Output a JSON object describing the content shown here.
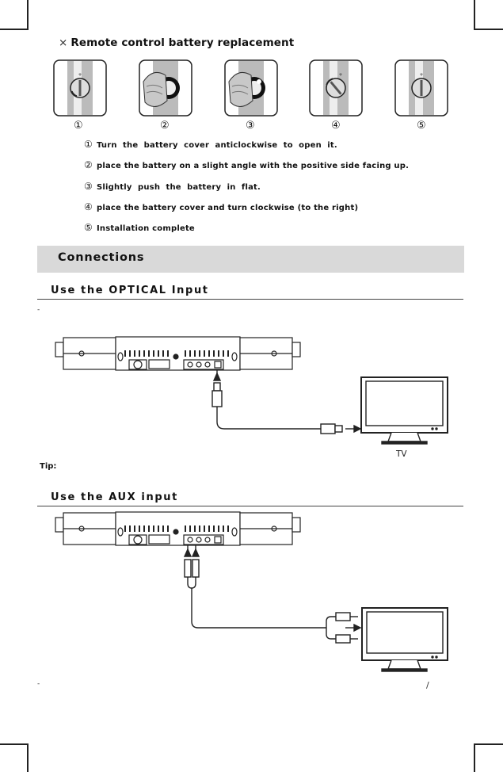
{
  "battery": {
    "mark": "×",
    "title": "Remote control battery replacement",
    "step_numbers": [
      "①",
      "②",
      "③",
      "④",
      "⑤"
    ],
    "instructions": [
      {
        "num": "①",
        "text": "Turn  the  battery  cover  anticlockwise  to  open  it."
      },
      {
        "num": "②",
        "text": "place the battery on a slight angle with the positive side facing up."
      },
      {
        "num": "③",
        "text": "Slightly  push  the  battery  in  flat."
      },
      {
        "num": "④",
        "text": "place the battery cover and turn clockwise (to the right)"
      },
      {
        "num": "⑤",
        "text": "Installation complete"
      }
    ]
  },
  "connections": {
    "header": "Connections",
    "optical_title": "Use the OPTICAL Input",
    "optical_dash": "-",
    "tv_label": "TV",
    "tip_label": "Tip:",
    "aux_title": "Use the AUX input",
    "aux_dash": "-",
    "aux_slash": "/"
  },
  "colors": {
    "bar": "#d9d9d9",
    "ink": "#111111"
  }
}
